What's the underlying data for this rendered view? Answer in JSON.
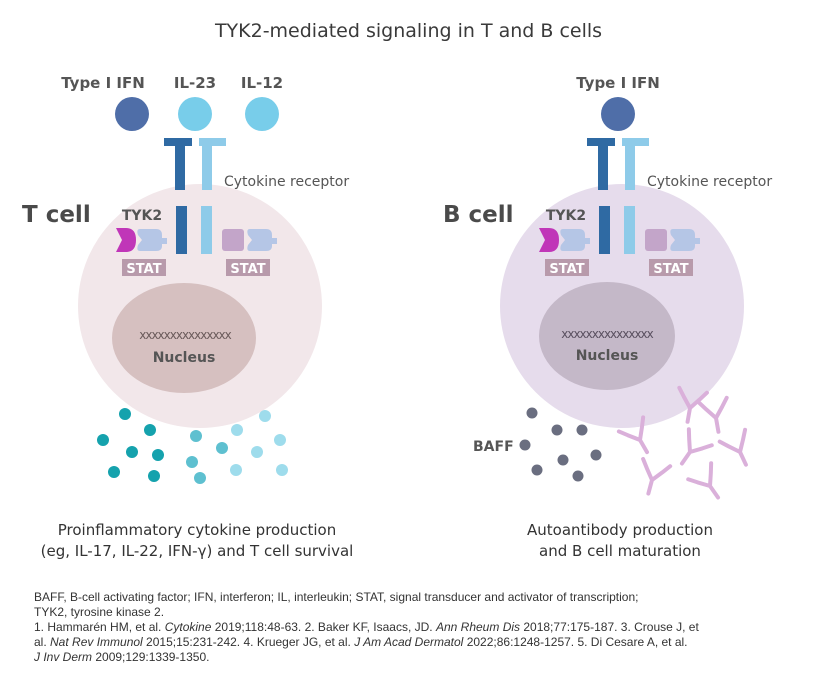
{
  "title": "TYK2-mediated signaling in T and B cells",
  "colors": {
    "dark_blue": "#2f6aa3",
    "light_blue": "#8ecbe9",
    "ifn_ball": "#4f6ea8",
    "il_ball": "#78cdea",
    "tyk2": "#c036b8",
    "jak_like": "#b5c6e6",
    "mauve_block": "#c3a5c9",
    "stat_label_bg": "#b89aab",
    "t_cell_fill": "#f2e7ea",
    "t_nucleus": "#d6c0c0",
    "b_cell_fill": "#e6dcec",
    "b_nucleus": "#c4b8c8",
    "teal_dark": "#15a2ad",
    "teal_mid": "#5ec0d0",
    "teal_light": "#9edcec",
    "baff_dot": "#6a6e80",
    "antibody": "#dab0da"
  },
  "t_panel": {
    "cell_label": "T cell",
    "ligands": [
      "Type I IFN",
      "IL-23",
      "IL-12"
    ],
    "receptor_label": "Cytokine receptor",
    "kinase_label": "TYK2",
    "stat_labels": [
      "STAT",
      "STAT"
    ],
    "nucleus_label": "Nucleus",
    "outcome_line1": "Proinflammatory cytokine production",
    "outcome_line2": "(eg, IL-17, IL-22, IFN-γ) and T cell survival"
  },
  "b_panel": {
    "cell_label": "B cell",
    "ligand": "Type I IFN",
    "receptor_label": "Cytokine receptor",
    "kinase_label": "TYK2",
    "stat_labels": [
      "STAT",
      "STAT"
    ],
    "nucleus_label": "Nucleus",
    "baff_label": "BAFF",
    "outcome_line1": "Autoantibody production",
    "outcome_line2": "and B cell maturation"
  },
  "abbreviations_1": "BAFF, B-cell activating factor; IFN, interferon; IL, interleukin; STAT, signal transducer and activator of transcription;",
  "abbreviations_2": "TYK2, tyrosine kinase 2.",
  "refs": {
    "r1_a": "1. Hammarén HM, et al. ",
    "r1_j": "Cytokine",
    "r1_b": " 2019;118:48-63. 2. Baker KF, Isaacs, JD. ",
    "r2_j": "Ann Rheum Dis",
    "r2_b": " 2018;77:175-187. 3. Crouse J, et",
    "r3_a": "al. ",
    "r3_j": "Nat Rev Immunol",
    "r3_b": " 2015;15:231-242. 4. Krueger JG, et al. ",
    "r4_j": "J Am Acad Dermatol",
    "r4_b": " 2022;86:1248-1257. 5. Di Cesare A, et al.",
    "r5_j": "J Inv Derm",
    "r5_b": " 2009;129:1339-1350."
  }
}
